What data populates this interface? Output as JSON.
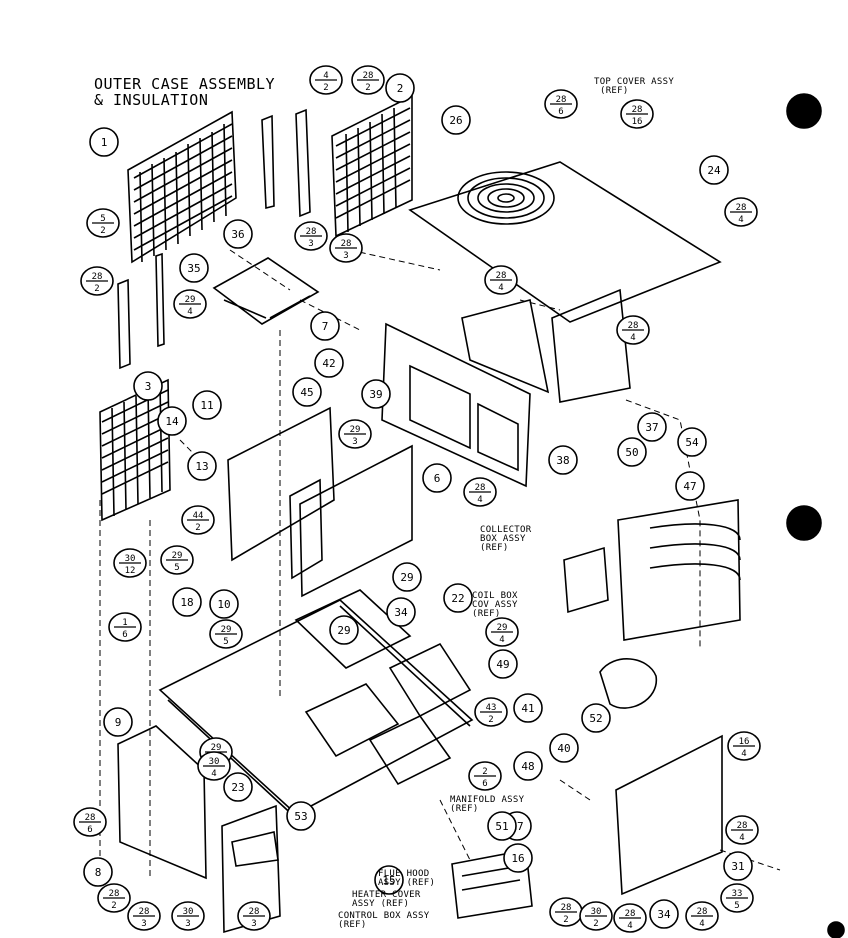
{
  "title": {
    "line1": "OUTER CASE ASSEMBLY",
    "line2": "& INSULATION"
  },
  "callouts": {
    "top_cover": {
      "line1": "TOP COVER ASSY",
      "line2": "(REF)"
    },
    "collector_box": {
      "line1": "COLLECTOR",
      "line2": "BOX ASSY",
      "line3": "(REF)"
    },
    "coil_box_cover": {
      "line1": "COIL BOX",
      "line2": "COV ASSY",
      "line3": "(REF)"
    },
    "manifold": {
      "line1": "MANIFOLD ASSY",
      "line2": "(REF)"
    },
    "flue_hood": {
      "line1": "FLUE HOOD",
      "line2": "ASSY (REF)"
    },
    "heater_cover": {
      "line1": "HEATER COVER",
      "line2": "ASSY (REF)"
    },
    "control_box": {
      "line1": "CONTROL BOX ASSY",
      "line2": "(REF)"
    }
  },
  "item_numbers": [
    "1",
    "2",
    "3",
    "6",
    "7",
    "8",
    "9",
    "10",
    "11",
    "13",
    "14",
    "15",
    "16",
    "17",
    "18",
    "22",
    "23",
    "24",
    "26",
    "29",
    "29",
    "31",
    "34",
    "34",
    "35",
    "36",
    "37",
    "38",
    "39",
    "40",
    "41",
    "42",
    "45",
    "47",
    "48",
    "49",
    "50",
    "51",
    "52",
    "53",
    "54"
  ],
  "fraction_labels": [
    {
      "num": "4",
      "den": "2"
    },
    {
      "num": "28",
      "den": "2"
    },
    {
      "num": "28",
      "den": "6"
    },
    {
      "num": "28",
      "den": "16"
    },
    {
      "num": "5",
      "den": "2"
    },
    {
      "num": "28",
      "den": "2"
    },
    {
      "num": "29",
      "den": "4"
    },
    {
      "num": "28",
      "den": "3"
    },
    {
      "num": "28",
      "den": "3"
    },
    {
      "num": "28",
      "den": "4"
    },
    {
      "num": "28",
      "den": "4"
    },
    {
      "num": "28",
      "den": "4"
    },
    {
      "num": "29",
      "den": "3"
    },
    {
      "num": "28",
      "den": "4"
    },
    {
      "num": "44",
      "den": "2"
    },
    {
      "num": "29",
      "den": "5"
    },
    {
      "num": "30",
      "den": "12"
    },
    {
      "num": "1",
      "den": "6"
    },
    {
      "num": "29",
      "den": "5"
    },
    {
      "num": "29",
      "den": "4"
    },
    {
      "num": "43",
      "den": "2"
    },
    {
      "num": "29",
      "den": "5"
    },
    {
      "num": "2",
      "den": "6"
    },
    {
      "num": "30",
      "den": "4"
    },
    {
      "num": "28",
      "den": "6"
    },
    {
      "num": "28",
      "den": "2"
    },
    {
      "num": "28",
      "den": "3"
    },
    {
      "num": "30",
      "den": "3"
    },
    {
      "num": "28",
      "den": "3"
    },
    {
      "num": "28",
      "den": "2"
    },
    {
      "num": "30",
      "den": "2"
    },
    {
      "num": "28",
      "den": "4"
    },
    {
      "num": "28",
      "den": "4"
    },
    {
      "num": "16",
      "den": "4"
    },
    {
      "num": "28",
      "den": "4"
    },
    {
      "num": "33",
      "den": "5"
    }
  ]
}
